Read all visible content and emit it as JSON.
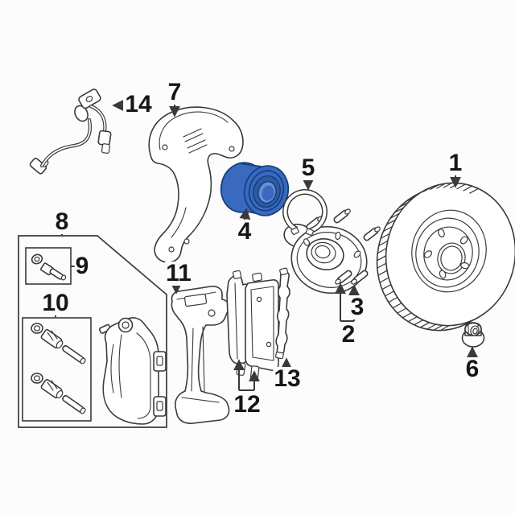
{
  "diagram": {
    "background_color": "#fcfcfc",
    "line_color": "#3a3a3a",
    "label_color": "#161616",
    "highlight_color": "#3a6abf",
    "highlight_outline_color": "#16407f",
    "highlighted_part_number": "4"
  },
  "callouts": [
    {
      "number": "1",
      "part": "brake-rotor"
    },
    {
      "number": "2",
      "part": "wheel-hub"
    },
    {
      "number": "3",
      "part": "wheel-studs"
    },
    {
      "number": "4",
      "part": "wheel-bearing"
    },
    {
      "number": "5",
      "part": "bearing-snap-ring"
    },
    {
      "number": "6",
      "part": "hub-nut"
    },
    {
      "number": "7",
      "part": "brake-dust-shield"
    },
    {
      "number": "8",
      "part": "caliper-hardware-kit"
    },
    {
      "number": "9",
      "part": "bleeder-screw-kit"
    },
    {
      "number": "10",
      "part": "guide-pin-kit"
    },
    {
      "number": "11",
      "part": "caliper-bracket"
    },
    {
      "number": "12",
      "part": "brake-pads"
    },
    {
      "number": "13",
      "part": "pad-abutment-clip"
    },
    {
      "number": "14",
      "part": "wheel-speed-sensor"
    }
  ]
}
